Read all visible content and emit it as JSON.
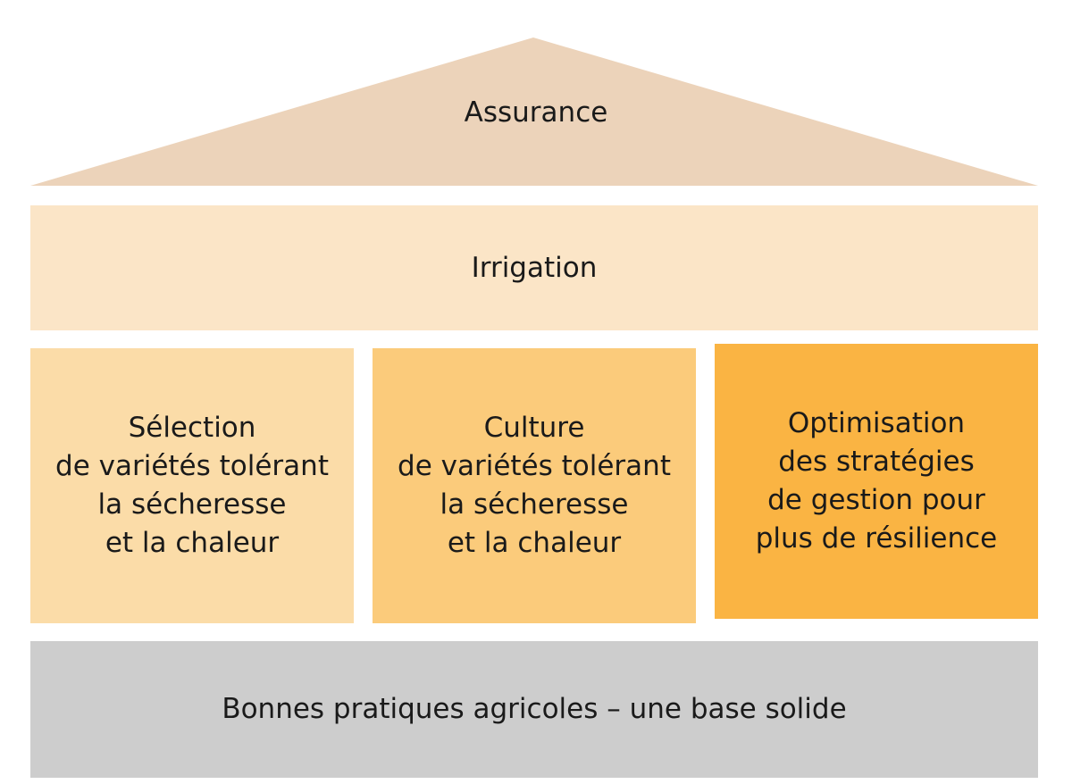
{
  "colors": {
    "roof": "#ecd3ba",
    "irrigation": "#fbe5c7",
    "pillar_1": "#fbdca8",
    "pillar_2": "#fbcb7b",
    "pillar_3": "#fab443",
    "foundation": "#cdcdcd",
    "text": "#1a1a1a"
  },
  "roof": {
    "label": "Assurance"
  },
  "irrigation": {
    "label": "Irrigation"
  },
  "pillars": [
    {
      "lines": [
        "Sélection",
        "de variétés tolérant",
        "la sécheresse",
        "et la chaleur"
      ]
    },
    {
      "lines": [
        "Culture",
        "de variétés tolérant",
        "la sécheresse",
        "et la chaleur"
      ]
    },
    {
      "lines": [
        "Optimisation",
        "des stratégies",
        "de gestion pour",
        "plus de résilience"
      ]
    }
  ],
  "foundation": {
    "label": "Bonnes pratiques agricoles – une base solide"
  }
}
